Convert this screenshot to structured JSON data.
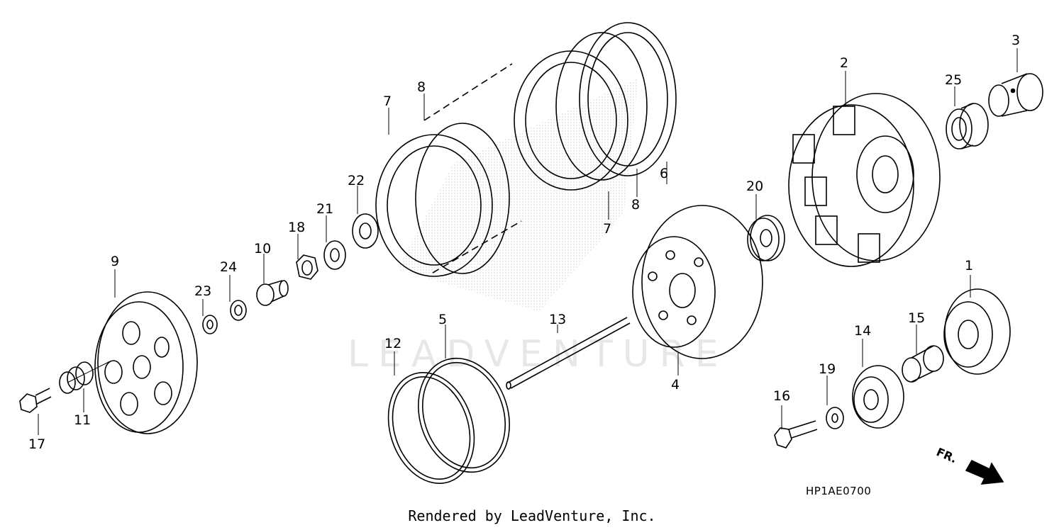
{
  "parts": [
    {
      "id": "p1",
      "label": "1"
    },
    {
      "id": "p2",
      "label": "2"
    },
    {
      "id": "p3",
      "label": "3"
    },
    {
      "id": "p4",
      "label": "4"
    },
    {
      "id": "p5",
      "label": "5"
    },
    {
      "id": "p6",
      "label": "6"
    },
    {
      "id": "p7a",
      "label": "7"
    },
    {
      "id": "p7b",
      "label": "7"
    },
    {
      "id": "p8a",
      "label": "8"
    },
    {
      "id": "p8b",
      "label": "8"
    },
    {
      "id": "p9",
      "label": "9"
    },
    {
      "id": "p10",
      "label": "10"
    },
    {
      "id": "p11",
      "label": "11"
    },
    {
      "id": "p12",
      "label": "12"
    },
    {
      "id": "p13",
      "label": "13"
    },
    {
      "id": "p14",
      "label": "14"
    },
    {
      "id": "p15",
      "label": "15"
    },
    {
      "id": "p16",
      "label": "16"
    },
    {
      "id": "p17",
      "label": "17"
    },
    {
      "id": "p18",
      "label": "18"
    },
    {
      "id": "p19",
      "label": "19"
    },
    {
      "id": "p20",
      "label": "20"
    },
    {
      "id": "p21",
      "label": "21"
    },
    {
      "id": "p22",
      "label": "22"
    },
    {
      "id": "p23",
      "label": "23"
    },
    {
      "id": "p24",
      "label": "24"
    },
    {
      "id": "p25",
      "label": "25"
    }
  ],
  "diagram_code": "HP1AE0700",
  "direction_label": "FR.",
  "watermark_text": "LEADVENTURE",
  "footer_credit": "Rendered by LeadVenture, Inc."
}
